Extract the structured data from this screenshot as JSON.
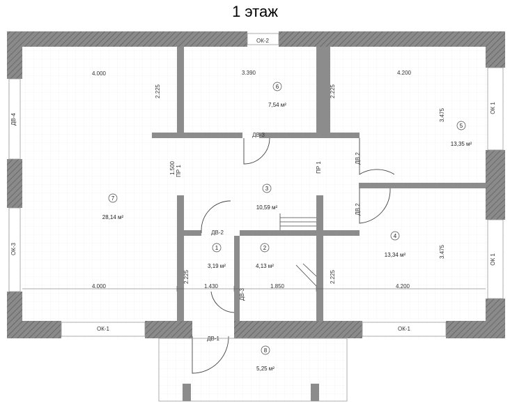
{
  "title": "1 этаж",
  "window_labels": {
    "ok2": "ОК-2",
    "ok1_right_top": "ОК 1",
    "ok1_right_bottom": "ОК 1",
    "ok1_bottom_left": "ОК-1",
    "ok1_bottom_right": "ОК-1",
    "ok3_left": "ОК-3",
    "dv4_left": "ДВ-4"
  },
  "door_labels": {
    "dv3_top": "ДВ-3",
    "dv2_right_top": "ДВ 2",
    "dv2_right_bottom": "ДВ 2",
    "dv2_mid": "ДВ-2",
    "dv3_bottom": "ДВ-3",
    "dv1": "ДВ-1",
    "pr1_left": "ПР 1",
    "pr1_right": "ПР 1"
  },
  "dimensions": {
    "d_4000_top": "4.000",
    "d_3390": "3.390",
    "d_4200_top": "4.200",
    "d_2225_a": "2.225",
    "d_2225_b": "2.225",
    "d_3475_a": "3.475",
    "d_1500": "1.500",
    "d_3475_b": "3.475",
    "d_2225_c": "2.225",
    "d_2225_d": "2.225",
    "d_4000_bottom": "4.000",
    "d_1430": "1.430",
    "d_1850": "1.850",
    "d_4200_bottom": "4.200"
  },
  "rooms": [
    {
      "number": "1",
      "area": "3,19 м²"
    },
    {
      "number": "2",
      "area": "4,13 м²"
    },
    {
      "number": "3",
      "area": "10,59 м²"
    },
    {
      "number": "4",
      "area": "13,34 м²"
    },
    {
      "number": "5",
      "area": "13,35 м²"
    },
    {
      "number": "6",
      "area": "7,54 м²"
    },
    {
      "number": "7",
      "area": "28,14 м²"
    },
    {
      "number": "8",
      "area": "5,25 м²"
    }
  ],
  "colors": {
    "wall": "#8a8a8a",
    "hatch": "#555555",
    "grid": "#e6e6e6"
  }
}
